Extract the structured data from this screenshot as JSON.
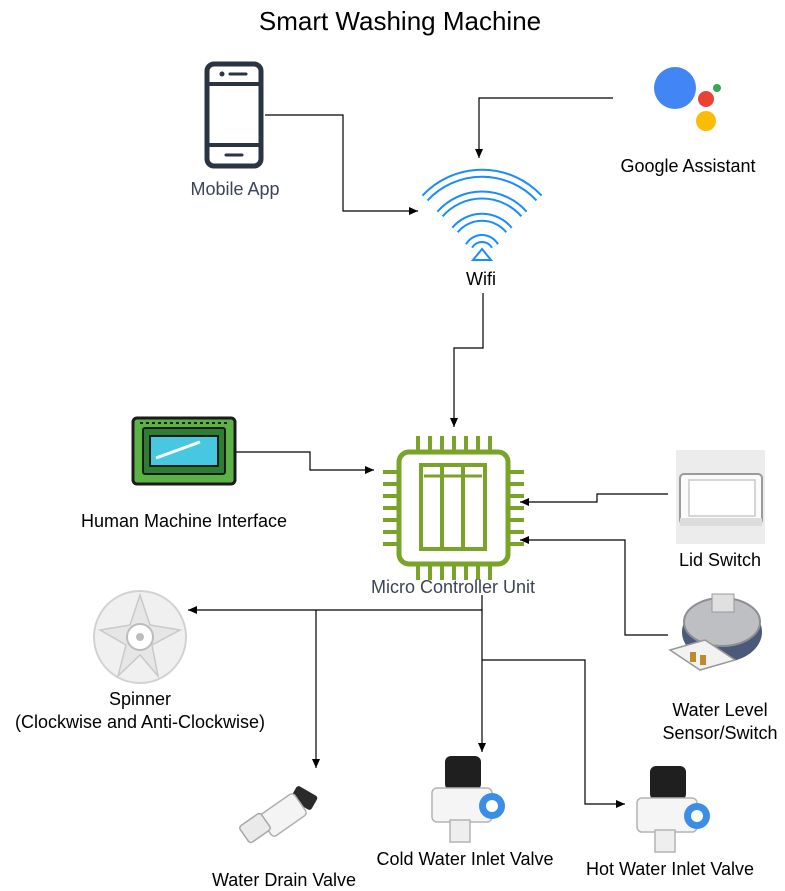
{
  "title": "Smart Washing Machine",
  "nodes": {
    "mobile_app": "Mobile App",
    "google_assistant": "Google Assistant",
    "wifi": "Wifi",
    "hmi": "Human Machine Interface",
    "mcu": "Micro Controller Unit",
    "lid_switch": "Lid Switch",
    "water_level_line1": "Water Level",
    "water_level_line2": "Sensor/Switch",
    "spinner_line1": "Spinner",
    "spinner_line2": "(Clockwise and Anti-Clockwise)",
    "drain_valve": "Water Drain Valve",
    "cold_valve": "Cold Water Inlet Valve",
    "hot_valve": "Hot Water Inlet Valve"
  },
  "colors": {
    "wifi_blue": "#1a8cff",
    "mcu_green": "#7aa32a",
    "hmi_green": "#5bb345",
    "hmi_screen": "#48c8e0",
    "phone_dark": "#2b3442",
    "ga_blue": "#4285f4",
    "ga_red": "#ea4335",
    "ga_yellow": "#fbbc05",
    "ga_green": "#34a853",
    "valve_blue": "#3a8ee6"
  }
}
